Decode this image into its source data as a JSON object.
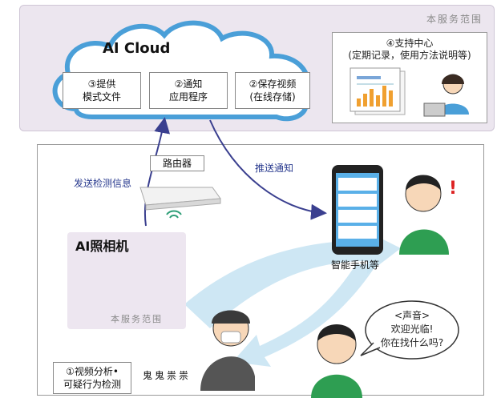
{
  "top": {
    "scope_label": "本服务范围",
    "cloud_title": "AI Cloud",
    "boxes": [
      {
        "line1": "③提供",
        "line2": "模式文件"
      },
      {
        "line1": "②通知",
        "line2": "应用程序"
      },
      {
        "line1": "②保存视频",
        "line2": "(在线存储)"
      }
    ],
    "support": {
      "line1": "④支持中心",
      "line2": "(定期记录，使用方法说明等)"
    }
  },
  "bottom": {
    "router_label": "路由器",
    "send_detect_label": "发送检测信息",
    "push_label": "推送通知",
    "camera_title": "AI照相机",
    "camera_scope": "本服务范围",
    "phone_label": "智能手机等",
    "suspicious_label": "鬼鬼祟祟",
    "analysis": {
      "line1": "①视频分析•",
      "line2": "可疑行为检测"
    },
    "speech": {
      "line1": "<声音>",
      "line2": "欢迎光临!",
      "line3": "你在找什么吗?"
    }
  },
  "colors": {
    "panel": "#ece6ef",
    "cloud_edge": "#4a9fd8",
    "arrow": "#3a3f8f",
    "flow": "#c9e4f3"
  }
}
